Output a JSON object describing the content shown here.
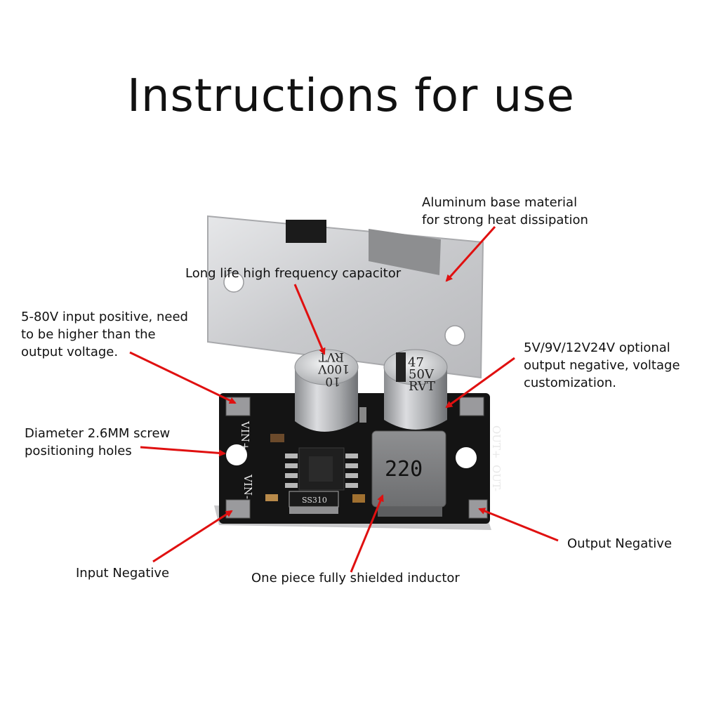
{
  "title": "Instructions for use",
  "labels": {
    "aluminum": [
      "Aluminum base material",
      "for strong heat dissipation"
    ],
    "capacitor": "Long life high frequency capacitor",
    "input_positive": [
      "5-80V input positive, need",
      "to be higher than the",
      "output voltage."
    ],
    "output_optional": [
      "5V/9V/12V24V optional",
      "output negative, voltage",
      "customization."
    ],
    "screw_holes": [
      "Diameter 2.6MM screw",
      "positioning holes"
    ],
    "output_negative": "Output Negative",
    "input_negative": "Input Negative",
    "inductor": "One piece fully shielded inductor"
  },
  "board_markings": {
    "cap_left": [
      "10",
      "100V",
      "RVT"
    ],
    "cap_right": [
      "47",
      "50V",
      "RVT"
    ],
    "inductor": "220",
    "diode": "SS310",
    "vin_plus": "VIN+",
    "vin_minus": "VIN-",
    "out_plus": "OUT+",
    "out_minus": "OUT-"
  },
  "colors": {
    "arrow": "#e01010",
    "pcb": "#141414",
    "aluminum": "#cfd0d2",
    "text": "#111111"
  }
}
